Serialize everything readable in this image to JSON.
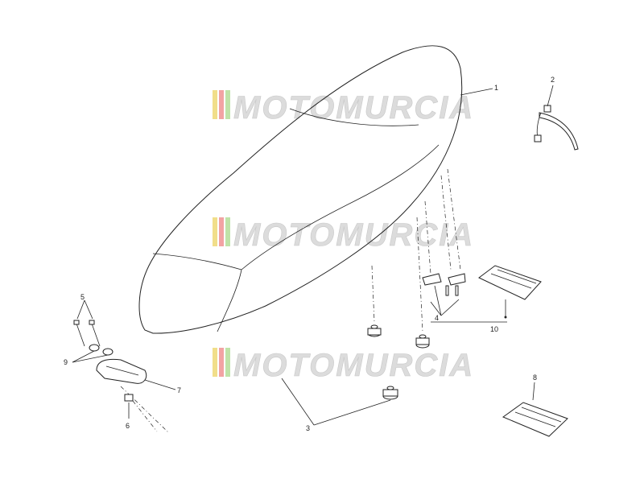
{
  "watermark": {
    "text": "MOTOMURCIA",
    "stripe_colors": [
      "#f1de8a",
      "#f2a3a3",
      "#bfe3a8"
    ]
  },
  "callouts": [
    {
      "id": "1",
      "label": "1"
    },
    {
      "id": "2",
      "label": "2"
    },
    {
      "id": "3",
      "label": "3"
    },
    {
      "id": "4",
      "label": "4"
    },
    {
      "id": "5",
      "label": "5"
    },
    {
      "id": "6",
      "label": "6"
    },
    {
      "id": "7",
      "label": "7"
    },
    {
      "id": "8",
      "label": "8"
    },
    {
      "id": "9",
      "label": "9"
    },
    {
      "id": "10",
      "label": "10"
    }
  ]
}
